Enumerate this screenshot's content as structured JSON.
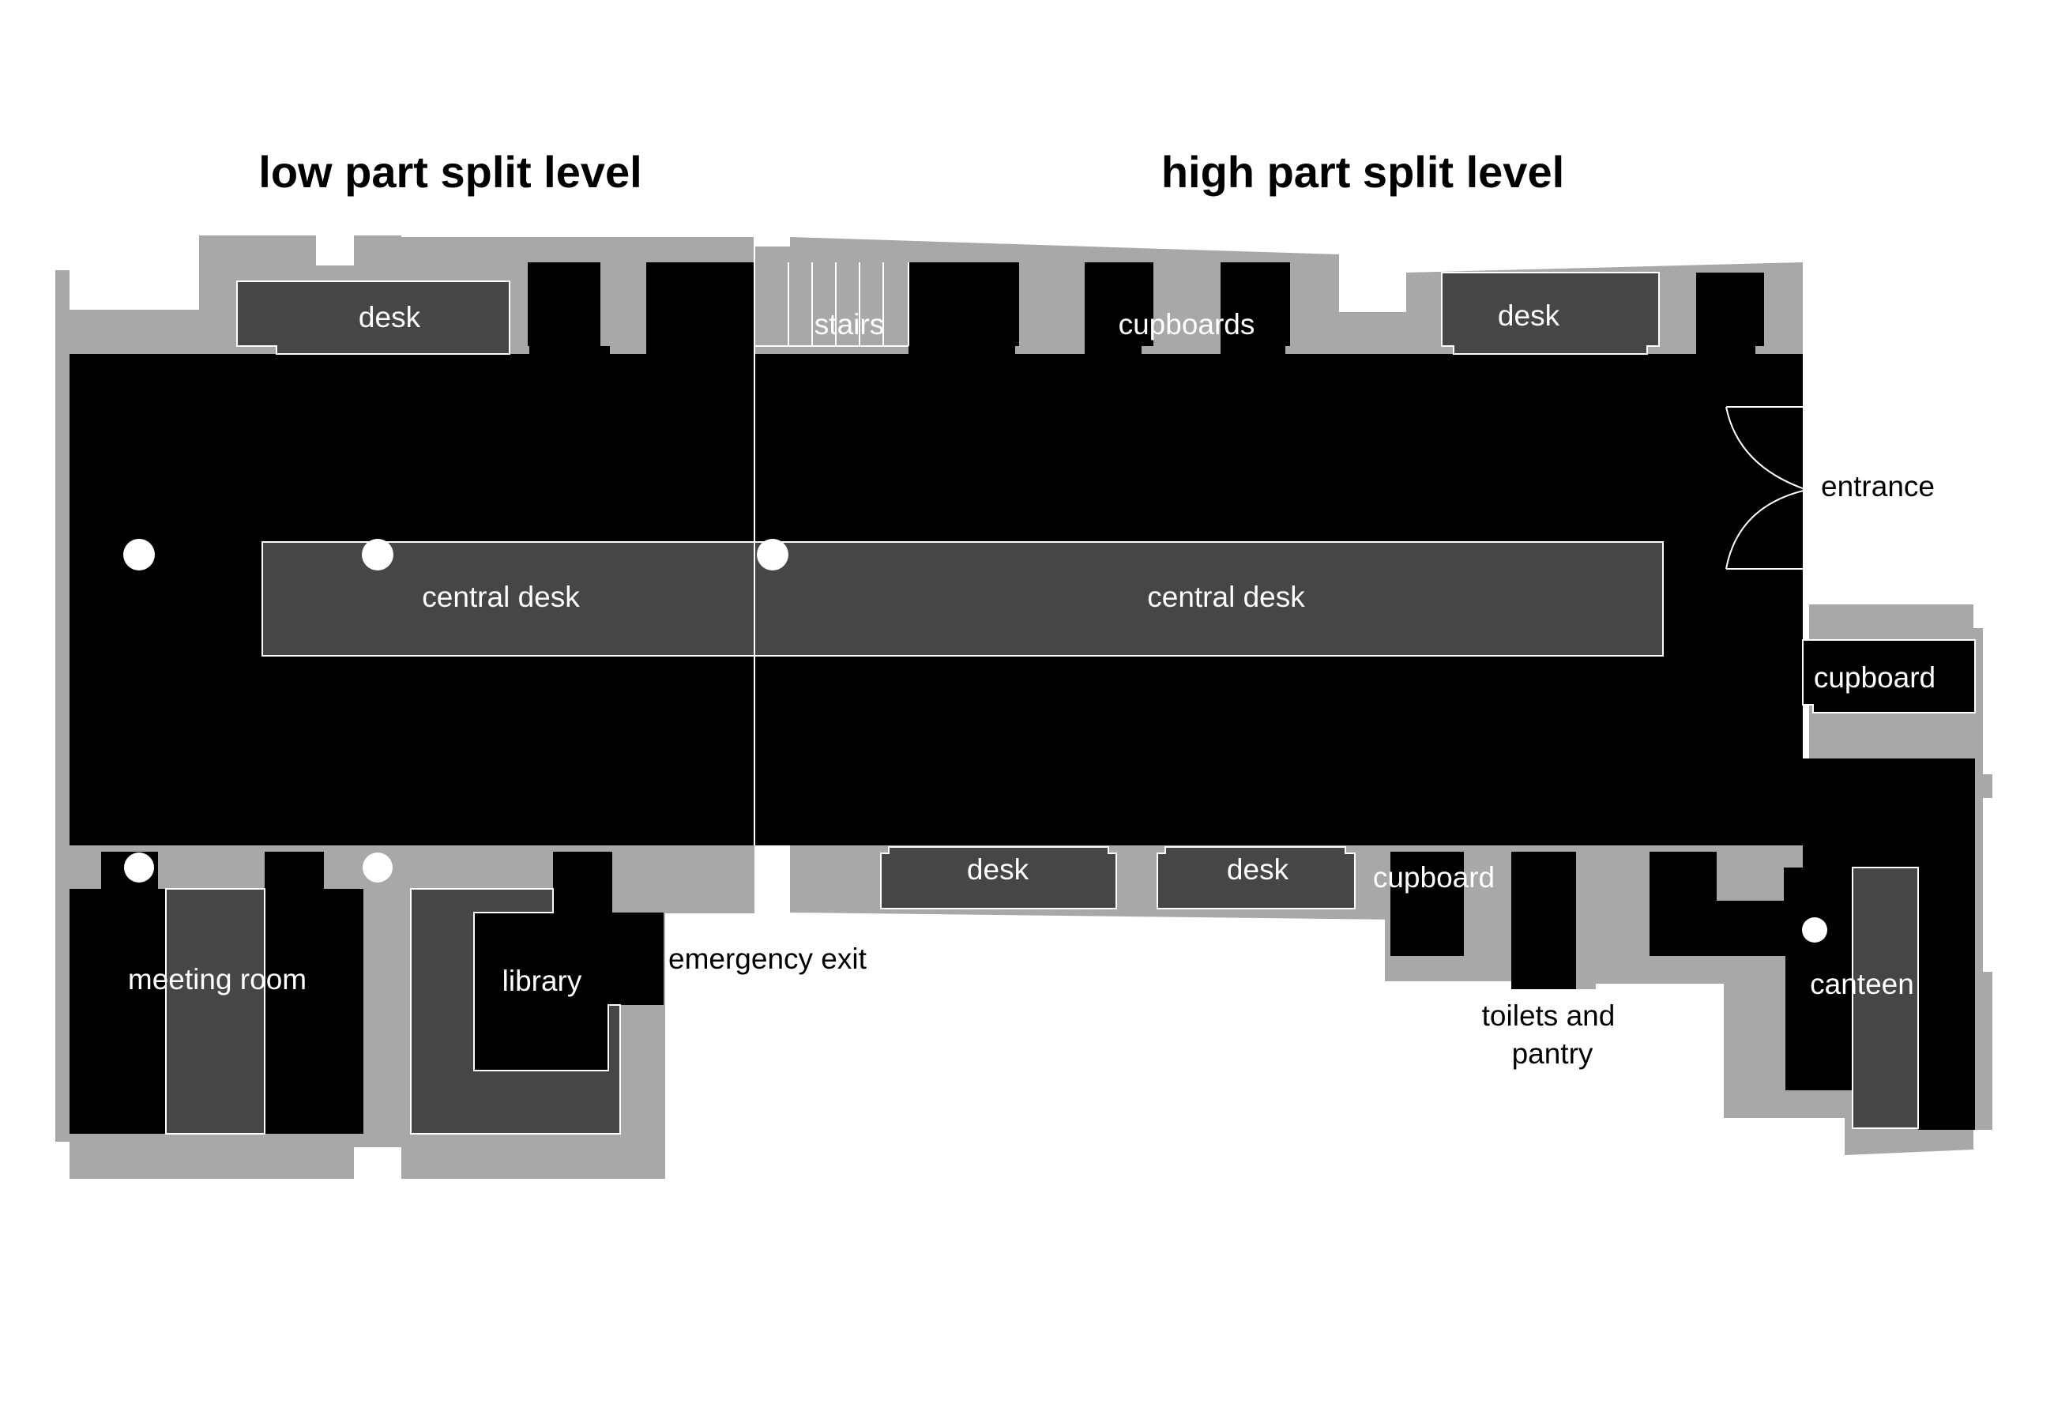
{
  "headings": {
    "low": "low part split level",
    "high": "high part split level"
  },
  "labels": {
    "desk_top_left": "desk",
    "stairs": "stairs",
    "cupboards": "cupboards",
    "desk_top_right": "desk",
    "entrance": "entrance",
    "central_desk_left": "central desk",
    "central_desk_right": "central desk",
    "cupboard_right": "cupboard",
    "desk_bottom_1": "desk",
    "desk_bottom_2": "desk",
    "cupboard_bottom": "cupboard",
    "meeting_room": "meeting room",
    "library": "library",
    "emergency_exit": "emergency exit",
    "toilets_line1": "toilets and",
    "toilets_line2": "pantry",
    "canteen": "canteen"
  },
  "colors": {
    "background": "#ffffff",
    "room": "#000000",
    "wall": "#a8a8a8",
    "furniture": "#464646",
    "outline": "#ffffff"
  }
}
